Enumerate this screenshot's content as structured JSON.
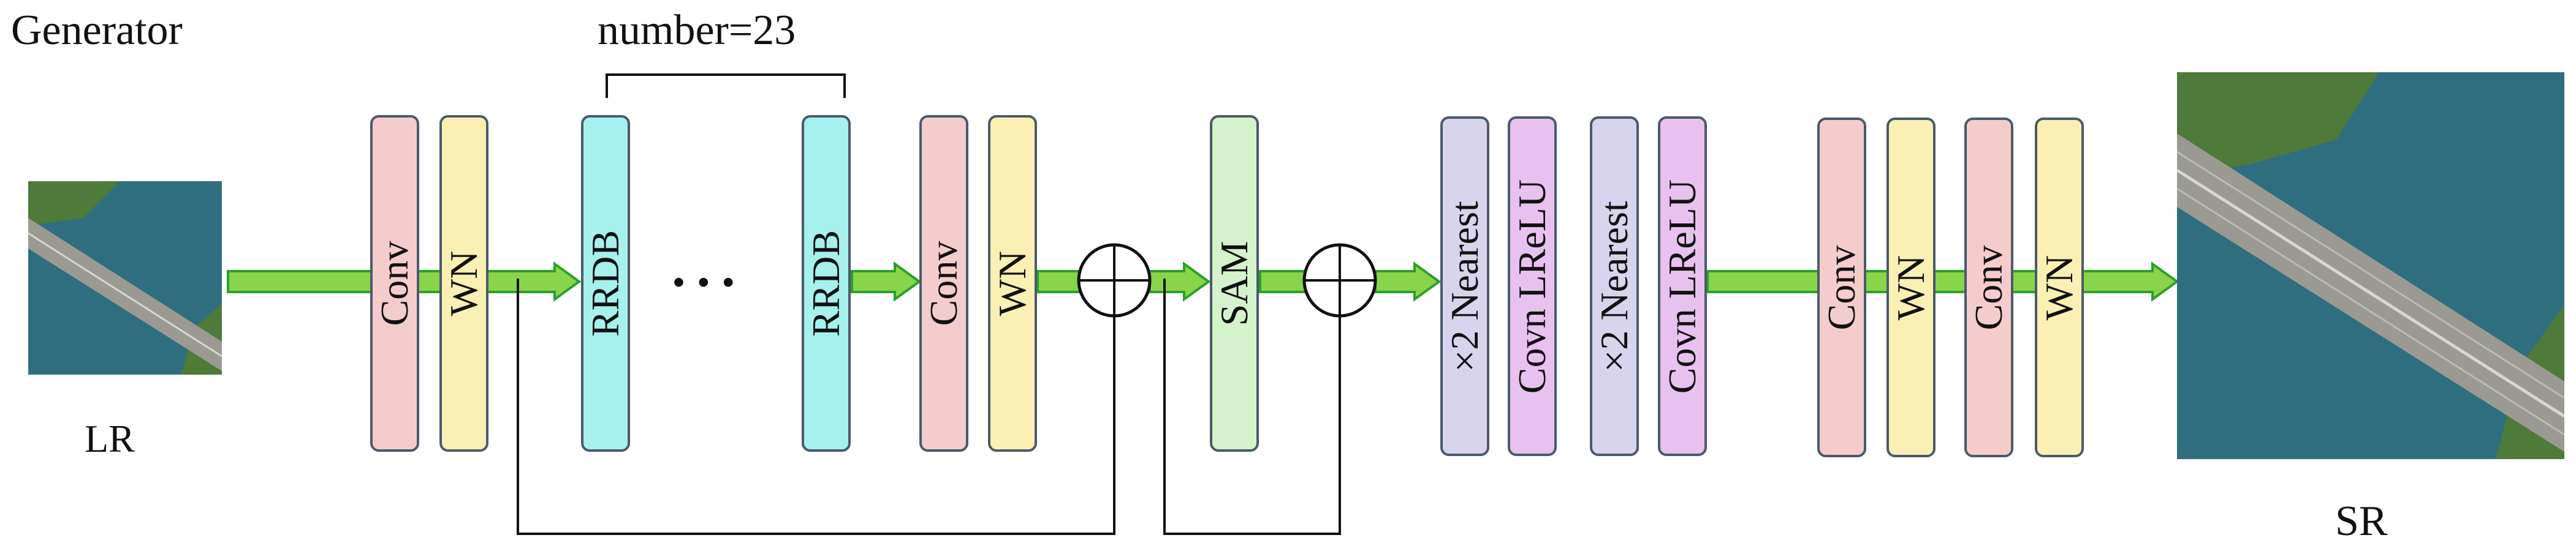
{
  "title": "Generator",
  "bracket_label": "number=23",
  "ellipsis": "• • •",
  "input_label": "LR",
  "output_label": "SR",
  "blocks": [
    {
      "label": "Conv",
      "color": "#f5cccc"
    },
    {
      "label": "WN",
      "color": "#faf0b4"
    },
    {
      "label": "RRDB",
      "color": "#a6f0ee"
    },
    {
      "label": "RRDB",
      "color": "#a6f0ee"
    },
    {
      "label": "Conv",
      "color": "#f5cccc"
    },
    {
      "label": "WN",
      "color": "#faf0b4"
    },
    {
      "label": "SAM",
      "color": "#d4f2cc"
    },
    {
      "label": "×2  Nearest",
      "color": "#d8d4ee"
    },
    {
      "label": "Covn  LReLU",
      "color": "#e8c2ee"
    },
    {
      "label": "×2  Nearest",
      "color": "#d8d4ee"
    },
    {
      "label": "Covn  LReLU",
      "color": "#e8c2ee"
    },
    {
      "label": "Conv",
      "color": "#f5cccc"
    },
    {
      "label": "WN",
      "color": "#faf0b4"
    },
    {
      "label": "Conv",
      "color": "#f5cccc"
    },
    {
      "label": "WN",
      "color": "#faf0b4"
    }
  ],
  "colors": {
    "arrow_fill": "#8ad44a",
    "arrow_edge": "#2aa02a",
    "water": "#2f6e7e",
    "bridge": "#9a9a92",
    "land": "#4e7a3a"
  }
}
